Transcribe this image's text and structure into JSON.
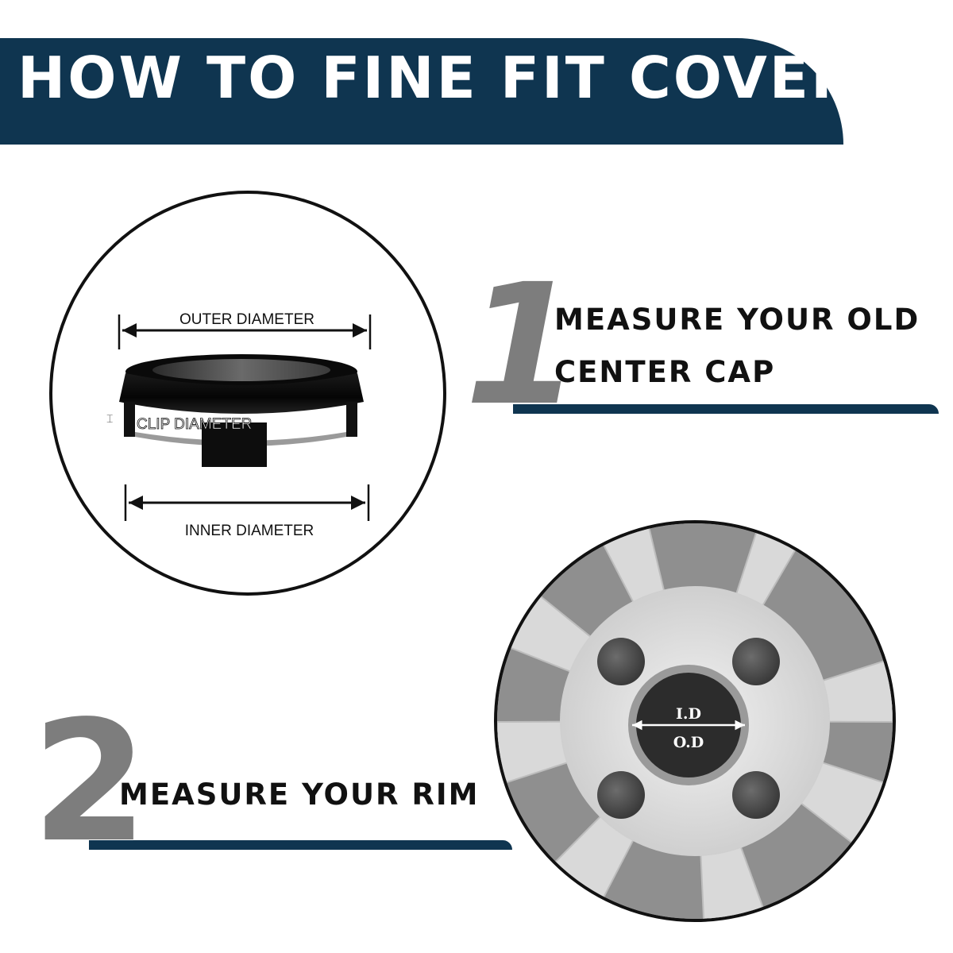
{
  "header": {
    "title": "HOW TO FINE FIT COVER"
  },
  "colors": {
    "navy": "#0f3550",
    "step_number_gray": "#7d7d7d",
    "text": "#111111"
  },
  "step1": {
    "number": "1",
    "line1": "MEASURE YOUR OLD",
    "line2": "CENTER CAP"
  },
  "step2": {
    "number": "2",
    "line1": "MEASURE YOUR RIM"
  },
  "cap_diagram": {
    "outer_label": "OUTER DIAMETER",
    "clip_label": "CLIP DIAMETER",
    "inner_label": "INNER DIAMETER"
  },
  "rim_diagram": {
    "id_label": "I.D",
    "od_label": "O.D"
  }
}
